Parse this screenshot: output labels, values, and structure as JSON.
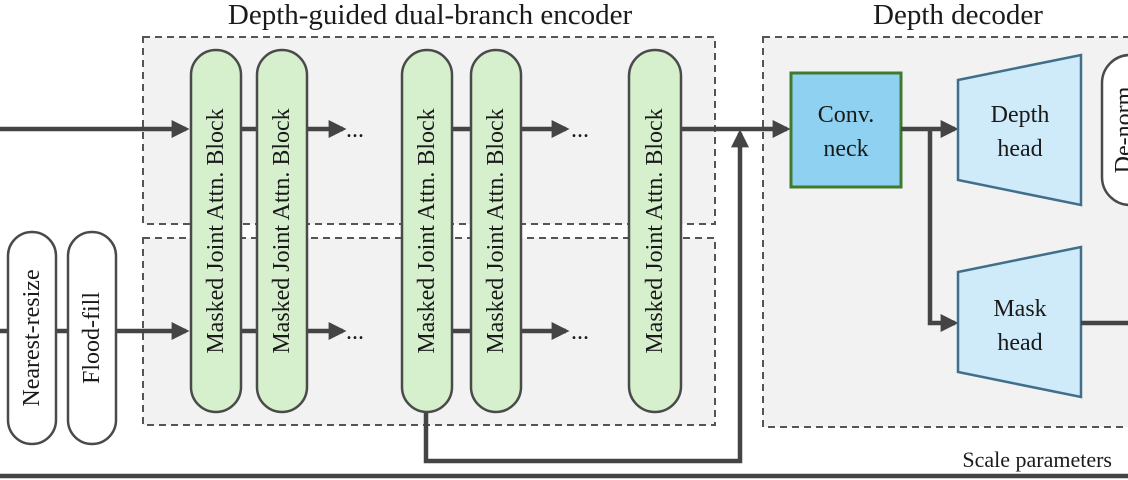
{
  "encoder": {
    "title": "Depth-guided dual-branch encoder",
    "block_label": "Masked Joint Attn. Block",
    "ellipsis": "..."
  },
  "decoder": {
    "title": "Depth decoder",
    "neck_line1": "Conv.",
    "neck_line2": "neck",
    "depth_head_line1": "Depth",
    "depth_head_line2": "head",
    "mask_head_line1": "Mask",
    "mask_head_line2": "head",
    "denorm": "De-norm"
  },
  "preprocess": {
    "nearest_resize": "Nearest-resize",
    "flood_fill": "Flood-fill"
  },
  "scale_label": "Scale parameters",
  "colors": {
    "block_fill": "#d6f0ce",
    "neck_fill": "#8fd1f0",
    "head_fill": "#cfeaf8",
    "panel_fill": "#f2f2f2"
  }
}
